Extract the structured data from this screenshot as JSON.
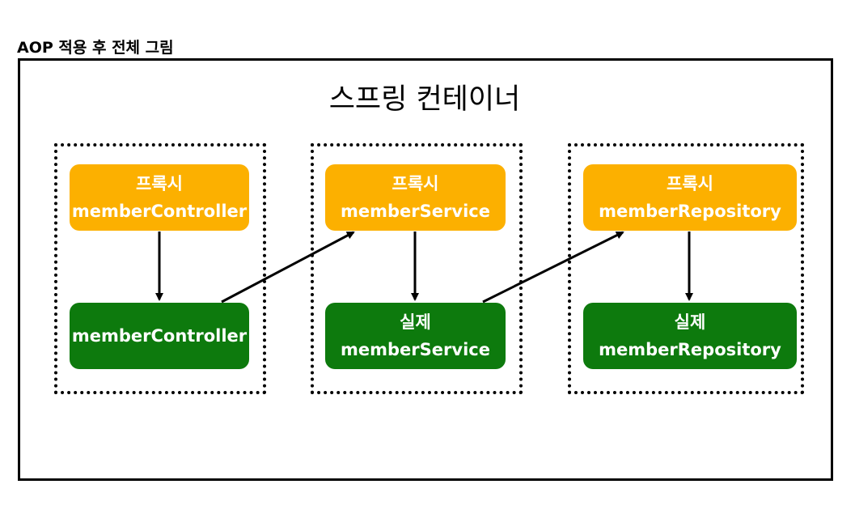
{
  "heading": "AOP 적용 후 전체 그림",
  "container": {
    "title": "스프링 컨테이너"
  },
  "groups": [
    {
      "proxy": {
        "prefix": "프록시",
        "name": "memberController"
      },
      "real": {
        "prefix": "",
        "name": "memberController"
      }
    },
    {
      "proxy": {
        "prefix": "프록시",
        "name": "memberService"
      },
      "real": {
        "prefix": "실제",
        "name": "memberService"
      }
    },
    {
      "proxy": {
        "prefix": "프록시",
        "name": "memberRepository"
      },
      "real": {
        "prefix": "실제",
        "name": "memberRepository"
      }
    }
  ],
  "colors": {
    "proxy": "#fcb000",
    "real": "#0d7a0d",
    "line": "#000000"
  }
}
